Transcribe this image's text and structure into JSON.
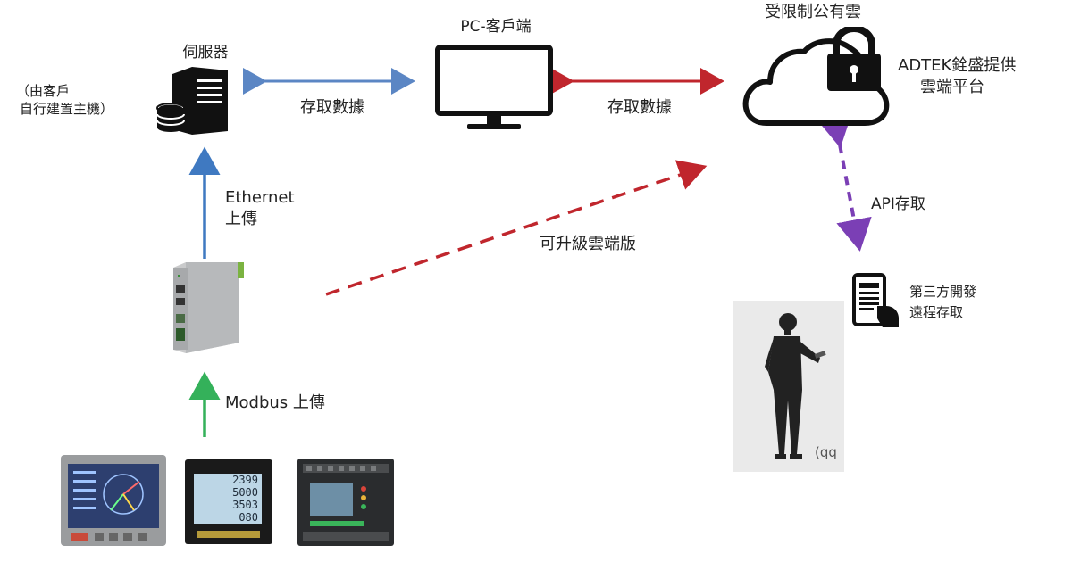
{
  "nodes": {
    "server": {
      "label": "伺服器",
      "note_line1": "（由客戶",
      "note_line2": "自行建置主機）"
    },
    "pc": {
      "label": "PC-客戶端"
    },
    "cloud": {
      "label": "受限制公有雲",
      "provider_line1": "ADTEK銓盛提供",
      "provider_line2": "雲端平台"
    },
    "mobile": {
      "label_line1": "第三方開發",
      "label_line2": "遠程存取"
    },
    "photo": {
      "caption": "(qq"
    }
  },
  "edges": {
    "server_pc": {
      "label": "存取數據",
      "color": "#5b86c4"
    },
    "pc_cloud": {
      "label": "存取數據",
      "color": "#c0262d"
    },
    "gateway_server": {
      "label_line1": "Ethernet",
      "label_line2": "上傳",
      "color": "#3f79c1"
    },
    "meters_gateway": {
      "label": "Modbus 上傳",
      "color": "#34b15a"
    },
    "gateway_cloud": {
      "label": "可升級雲端版",
      "color": "#c0262d"
    },
    "cloud_mobile": {
      "label": "API存取",
      "color": "#7b3fb5"
    }
  },
  "meters": {
    "m2_readings": [
      "2399",
      "5000",
      "3503",
      "080"
    ]
  }
}
